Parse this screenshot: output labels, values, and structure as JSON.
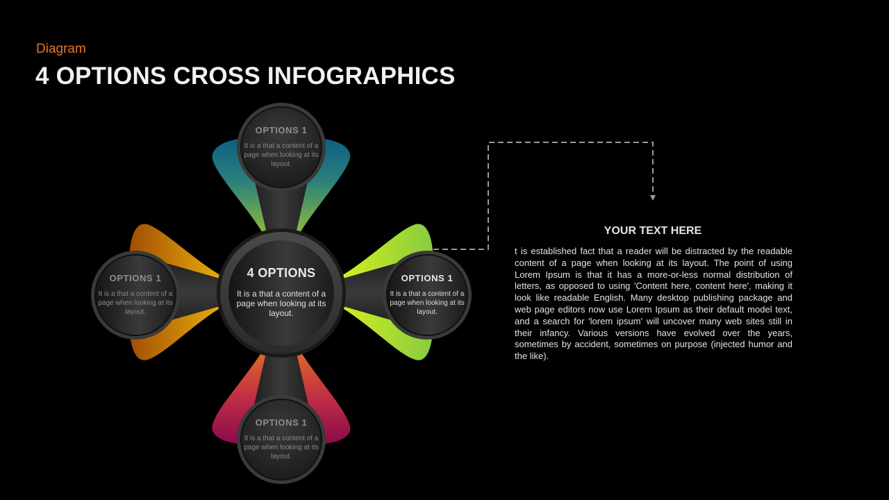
{
  "header": {
    "subtitle": "Diagram",
    "title": "4 OPTIONS CROSS INFOGRAPHICS"
  },
  "colors": {
    "accent": "#e8732a",
    "top_petal": [
      "#0f5f82",
      "#8ab93e"
    ],
    "left_petal": [
      "#b25a06",
      "#e6a90a"
    ],
    "right_petal": [
      "#c8ea22",
      "#8fcf3c"
    ],
    "bottom_petal": [
      "#e06a28",
      "#8c0a4a"
    ],
    "hub": "#2b2b2b"
  },
  "center": {
    "title": "4 OPTIONS",
    "body": "It is a that a content of a page when looking at its layout."
  },
  "options": [
    {
      "position": "top",
      "title": "OPTIONS  1",
      "body": "It is a that a content of a page when looking at its layout."
    },
    {
      "position": "left",
      "title": "OPTIONS  1",
      "body": "It is a that a content of a page when looking at its layout."
    },
    {
      "position": "right",
      "title": "OPTIONS  1",
      "body": "It is a that a content of a page when looking at its layout."
    },
    {
      "position": "bottom",
      "title": "OPTIONS  1",
      "body": "It is a that a content of a page when looking at its layout."
    }
  ],
  "panel": {
    "title": "YOUR TEXT HERE",
    "body": "t is  established fact that a reader will be distracted by the readable content of a page when looking at its layout. The point of using Lorem Ipsum is that it has a more-or-less normal distribution of letters, as opposed to using 'Content here, content here', making it look like readable English. Many desktop publishing package and web page editors now use Lorem Ipsum as their default model text, and a search for 'lorem ipsum' will uncover many web sites still in their infancy. Various versions have evolved over the years, sometimes by accident, sometimes on purpose (injected humor and the like)."
  }
}
